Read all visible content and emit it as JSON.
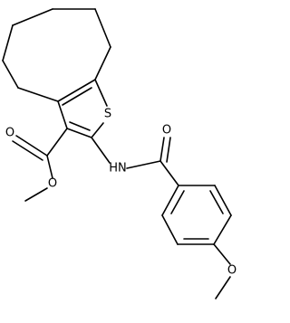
{
  "molecule": {
    "atom_labels": {
      "S": "S",
      "NH": "HN",
      "O_amide": "O",
      "O_ester_carbonyl": "O",
      "O_ester": "O",
      "O_methoxy": "O"
    },
    "colors": {
      "bond": "#000000",
      "label": "#000000",
      "background": "#ffffff"
    }
  }
}
